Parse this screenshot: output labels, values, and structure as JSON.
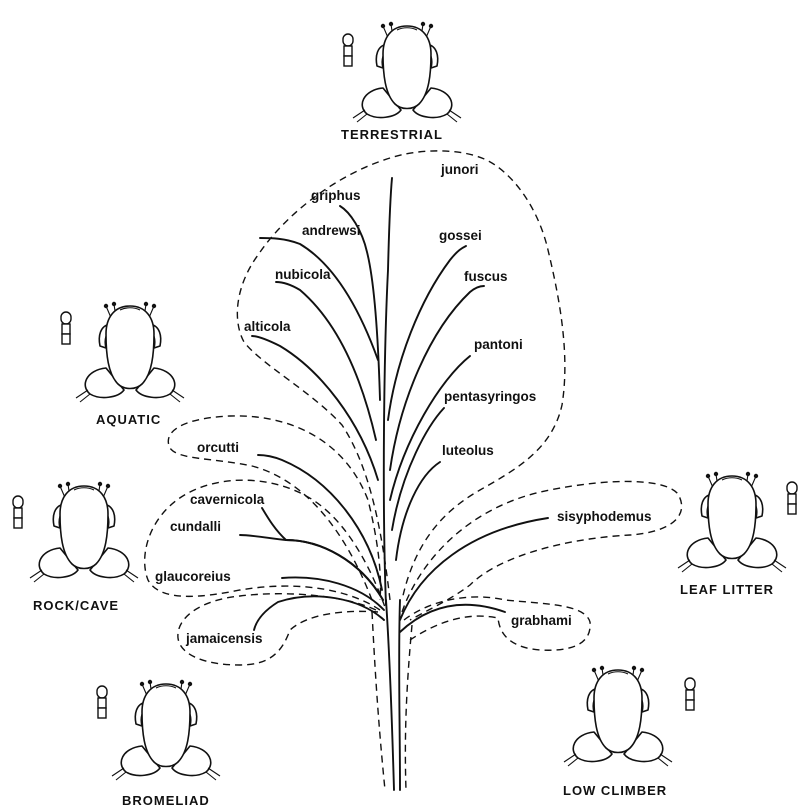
{
  "habitats": {
    "terrestrial": "TERRESTRIAL",
    "aquatic": "AQUATIC",
    "rock_cave": "ROCK/CAVE",
    "bromeliad": "BROMELIAD",
    "leaf_litter": "LEAF LITTER",
    "low_climber": "LOW CLIMBER"
  },
  "species": {
    "junori": "junori",
    "griphus": "griphus",
    "andrewsi": "andrewsi",
    "gossei": "gossei",
    "nubicola": "nubicola",
    "fuscus": "fuscus",
    "alticola": "alticola",
    "pantoni": "pantoni",
    "pentasyringos": "pentasyringos",
    "luteolus": "luteolus",
    "orcutti": "orcutti",
    "cavernicola": "cavernicola",
    "cundalli": "cundalli",
    "glaucoreius": "glaucoreius",
    "jamaicensis": "jamaicensis",
    "sisyphodemus": "sisyphodemus",
    "grabhami": "grabhami"
  },
  "colors": {
    "ink": "#111111",
    "paper": "#ffffff"
  }
}
